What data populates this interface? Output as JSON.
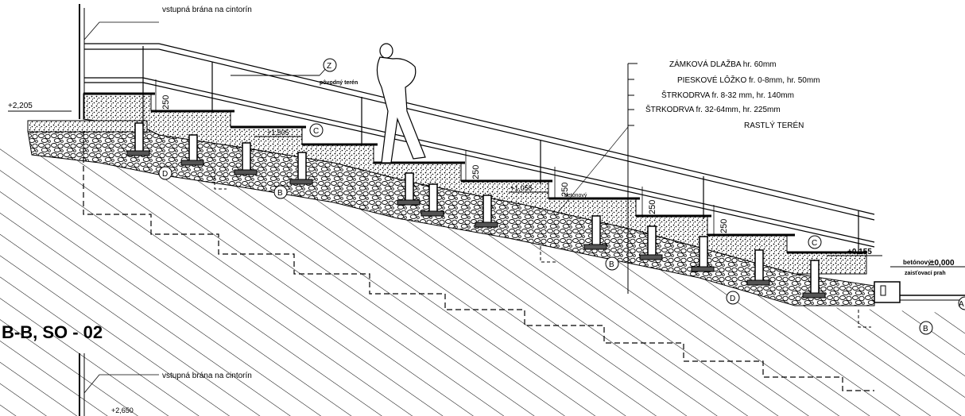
{
  "labels": {
    "gate_top": "vstupná brána na cintorín",
    "gate_bottom": "vstupná brána na cintorín",
    "original_terrain": "pôvodný terén",
    "concrete_threshold": "betónový",
    "concrete_sill": "betónový",
    "anchor_sill": "zaisťovací prah",
    "section_title": "B-B, SO - 02"
  },
  "elevations": {
    "e1": "+2,205",
    "e2": "+1,505",
    "e3": "+1,055",
    "e4": "+0,155",
    "e5": "±0,000",
    "e6": "+2,650"
  },
  "dimensions": {
    "d1": "250",
    "d2": "250",
    "d3": "250",
    "d4": "250",
    "d5": "250"
  },
  "layers": [
    "ZÁMKOVÁ DLAŽBA hr. 60mm",
    "PIESKOVÉ LÔŽKO fr. 0-8mm, hr. 50mm",
    "ŠTRKODRVA fr. 8-32 mm, hr. 140mm",
    "ŠTRKODRVA fr. 32-64mm, hr. 225mm",
    "RASTLÝ TERÉN"
  ],
  "callouts": {
    "z": "Z",
    "c1": "C",
    "c2": "C",
    "d1": "D",
    "d2": "D",
    "b1": "B",
    "b2": "B",
    "b3": "B",
    "a": "A"
  }
}
